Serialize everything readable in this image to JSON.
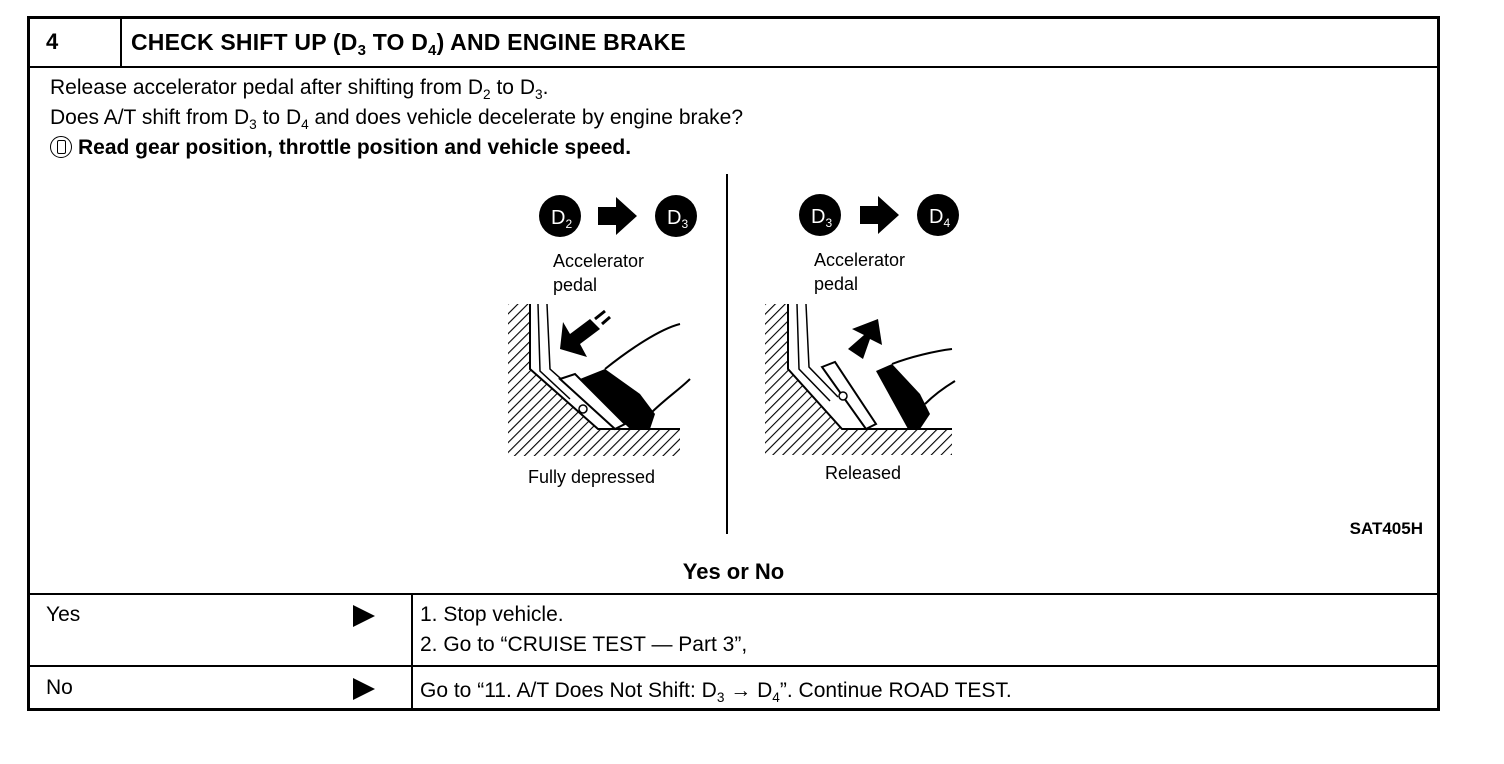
{
  "header": {
    "step_number": "4",
    "title_prefix": "CHECK SHIFT UP (D",
    "title_sub1": "3",
    "title_mid": " TO D",
    "title_sub2": "4",
    "title_suffix": ") AND ENGINE BRAKE"
  },
  "body": {
    "line1_a": "Release accelerator pedal after shifting from D",
    "line1_sub1": "2",
    "line1_b": " to D",
    "line1_sub2": "3",
    "line1_c": ".",
    "line2_a": "Does A/T shift from D",
    "line2_sub1": "3",
    "line2_b": " to D",
    "line2_sub2": "4",
    "line2_c": " and does vehicle decelerate by engine brake?",
    "line3": "Read gear position, throttle position and vehicle speed."
  },
  "figure": {
    "left": {
      "from_gear": "D",
      "from_sub": "2",
      "to_gear": "D",
      "to_sub": "3",
      "label_line1": "Accelerator",
      "label_line2": "pedal",
      "caption": "Fully depressed"
    },
    "right": {
      "from_gear": "D",
      "from_sub": "3",
      "to_gear": "D",
      "to_sub": "4",
      "label_line1": "Accelerator",
      "label_line2": "pedal",
      "caption": "Released"
    },
    "ref_code": "SAT405H"
  },
  "question": "Yes or No",
  "answers": {
    "yes": {
      "label": "Yes",
      "step1": "1.  Stop vehicle.",
      "step2": "2.  Go to “CRUISE TEST — Part 3”,"
    },
    "no": {
      "label": "No",
      "text_a": "Go to “11. A/T Does Not Shift: D",
      "sub1": "3",
      "arrow": " → D",
      "sub2": "4",
      "text_b": "”. Continue ROAD TEST."
    }
  }
}
